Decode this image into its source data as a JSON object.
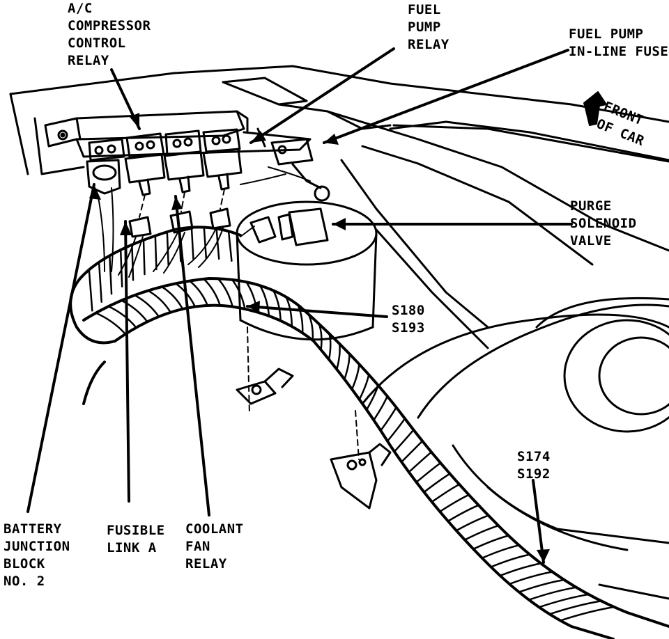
{
  "labels": {
    "ac_relay": [
      "A/C",
      "COMPRESSOR",
      "CONTROL",
      "RELAY"
    ],
    "fuel_pump_relay": [
      "FUEL",
      "PUMP",
      "RELAY"
    ],
    "fuel_pump_fuse": [
      "FUEL PUMP",
      "IN-LINE FUSE"
    ],
    "front_of_car": [
      "FRONT",
      "OF CAR"
    ],
    "purge_solenoid": [
      "PURGE",
      "SOLENOID",
      "VALVE"
    ],
    "splice_upper": [
      "S180",
      "S193"
    ],
    "splice_lower": [
      "S174",
      "S192"
    ],
    "battery_junction": [
      "BATTERY",
      "JUNCTION",
      "BLOCK",
      "NO. 2"
    ],
    "fusible_link": [
      "FUSIBLE",
      "LINK A"
    ],
    "coolant_fan": [
      "COOLANT",
      "FAN",
      "RELAY"
    ]
  },
  "colors": {
    "ink": "#000000",
    "paper": "#ffffff"
  }
}
